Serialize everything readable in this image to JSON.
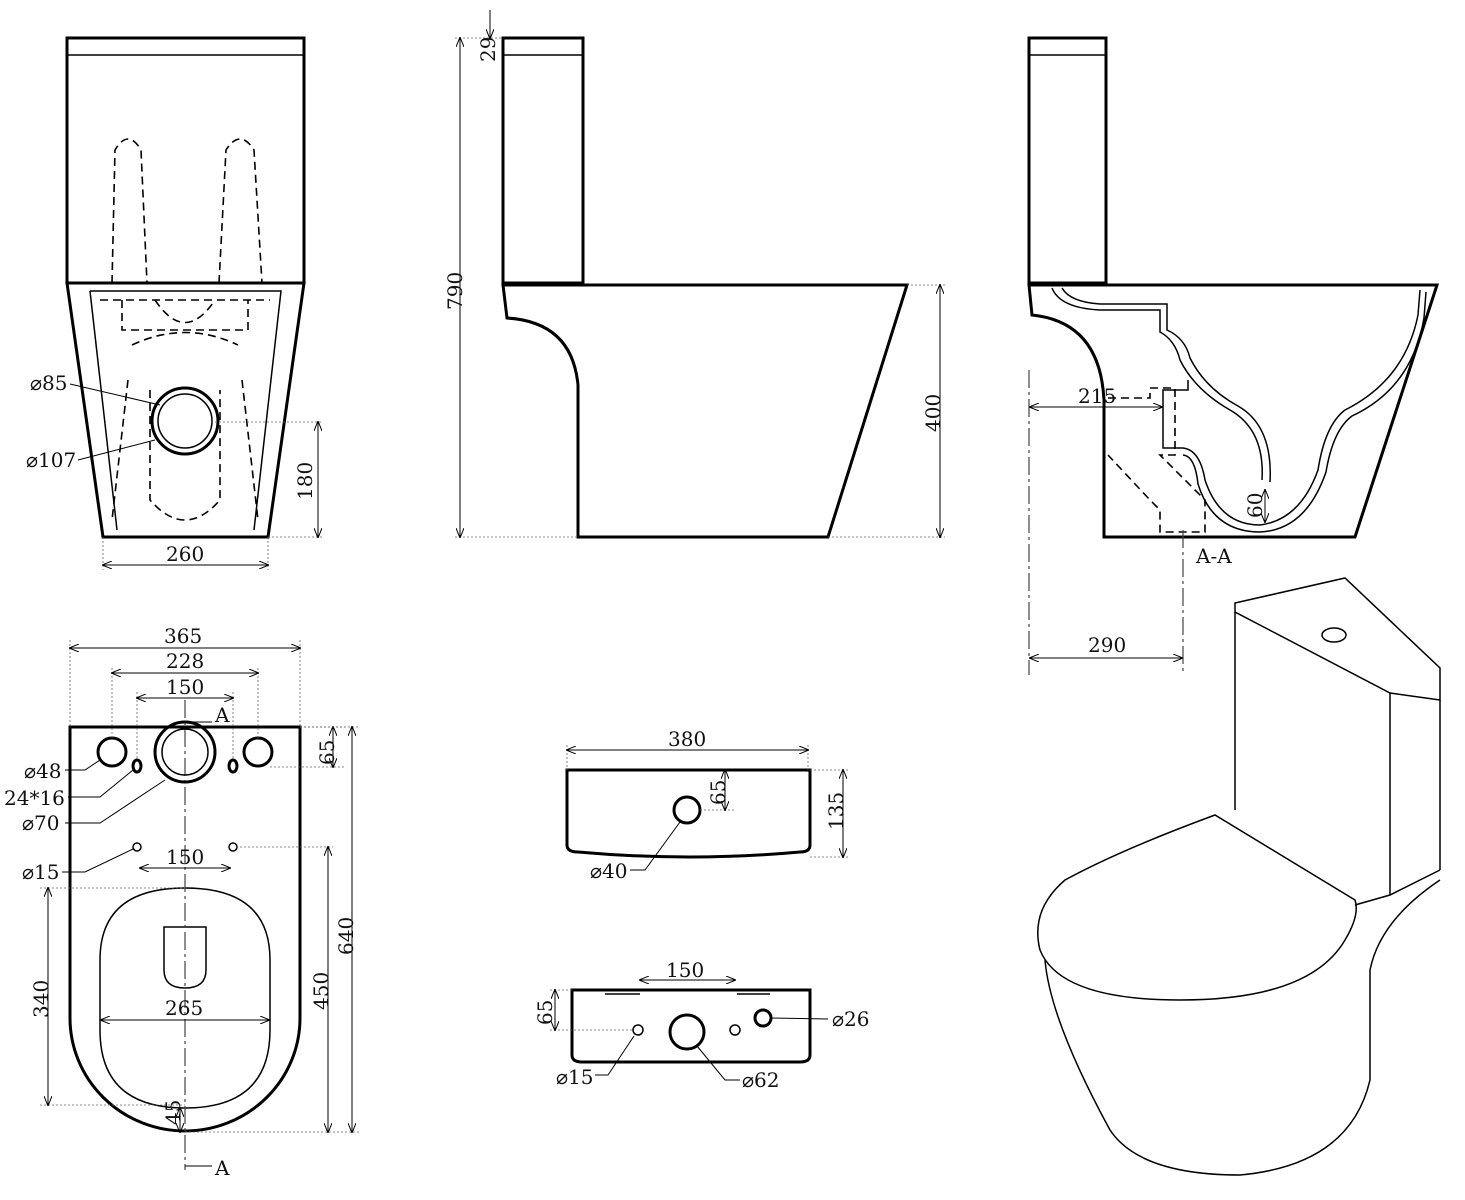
{
  "front_view": {
    "dim_diameter_outer": "⌀85",
    "dim_diameter_ring": "⌀107",
    "dim_height_outlet": "180",
    "dim_base_width": "260"
  },
  "side_view": {
    "dim_lid": "29",
    "dim_total_height": "790",
    "dim_bowl_height": "400"
  },
  "section_view": {
    "dim_wall_to_outlet": "215",
    "dim_trap_seal": "60",
    "section_label": "A-A",
    "dim_rough_in": "290"
  },
  "plan_view": {
    "dim_width": "365",
    "dim_228": "228",
    "dim_150_top": "150",
    "section_mark_top": "A",
    "dim_65": "65",
    "hole_48": "⌀48",
    "slot": "24*16",
    "hole_70": "⌀70",
    "hole_15": "⌀15",
    "dim_150_mid": "150",
    "dim_340": "340",
    "dim_265": "265",
    "dim_450": "450",
    "dim_640": "640",
    "dim_45": "45",
    "section_mark_bottom": "A"
  },
  "tank_top_view": {
    "dim_width": "380",
    "dim_65": "65",
    "dim_135": "135",
    "hole_40": "⌀40"
  },
  "tank_bottom_view": {
    "dim_150": "150",
    "dim_65": "65",
    "hole_26": "⌀26",
    "hole_15": "⌀15",
    "hole_62": "⌀62"
  }
}
